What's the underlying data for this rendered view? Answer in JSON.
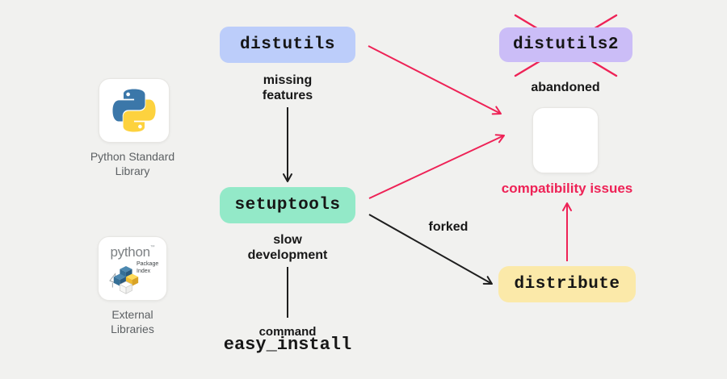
{
  "palette": {
    "background": "#f1f1ef",
    "distutils_box": "#bccdfa",
    "distutils2_box": "#cbbdf7",
    "setuptools_box": "#93e9c8",
    "distribute_box": "#fbe9a9",
    "accent_red": "#ee2256",
    "ink": "#1d1d1f",
    "caption_gray": "#5c6063"
  },
  "left_panel": {
    "python_card": {
      "caption": "Python Standard\nLibrary"
    },
    "pypi_card": {
      "caption": "External\nLibraries",
      "wordmark": "python",
      "trademark": "™",
      "sub_line1": "Package",
      "sub_line2": "Index"
    }
  },
  "nodes": {
    "distutils": {
      "label": "distutils"
    },
    "setuptools": {
      "label": "setuptools"
    },
    "distutils2": {
      "label": "distutils2"
    },
    "distribute": {
      "label": "distribute"
    }
  },
  "annotations": {
    "missing_features": "missing\nfeatures",
    "slow_development": "slow\ndevelopment",
    "command": "command",
    "easy_install": "easy_install",
    "abandoned": "abandoned",
    "forked": "forked",
    "compatibility_issues": "compatibility issues"
  }
}
